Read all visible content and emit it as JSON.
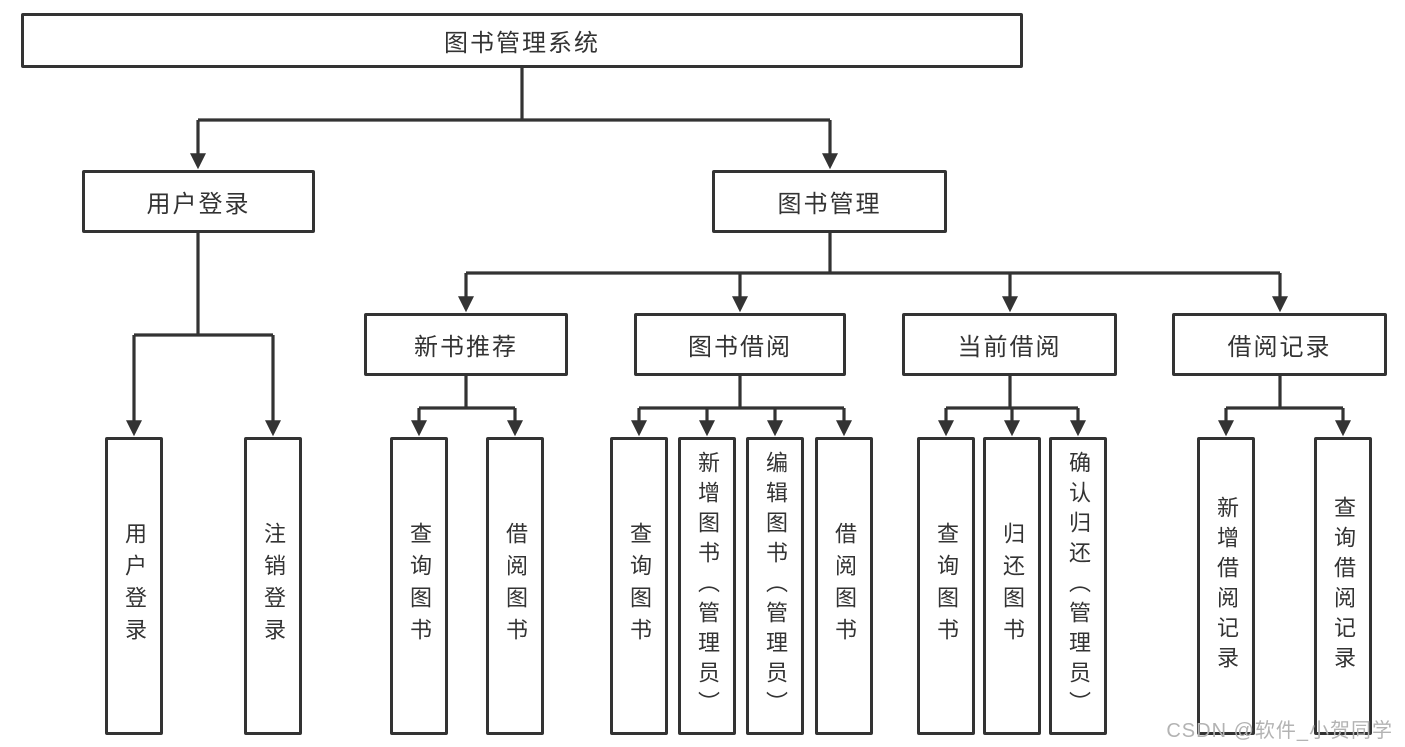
{
  "diagram": {
    "type": "hierarchy-tree",
    "root": {
      "label": "图书管理系统",
      "children": [
        {
          "label": "用户登录",
          "children": [
            {
              "label": "用户登录"
            },
            {
              "label": "注销登录"
            }
          ]
        },
        {
          "label": "图书管理",
          "children": [
            {
              "label": "新书推荐",
              "children": [
                {
                  "label": "查询图书"
                },
                {
                  "label": "借阅图书"
                }
              ]
            },
            {
              "label": "图书借阅",
              "children": [
                {
                  "label": "查询图书"
                },
                {
                  "label": "新增图书（管理员）"
                },
                {
                  "label": "编辑图书（管理员）"
                },
                {
                  "label": "借阅图书"
                }
              ]
            },
            {
              "label": "当前借阅",
              "children": [
                {
                  "label": "查询图书"
                },
                {
                  "label": "归还图书"
                },
                {
                  "label": "确认归还（管理员）"
                }
              ]
            },
            {
              "label": "借阅记录",
              "children": [
                {
                  "label": "新增借阅记录"
                },
                {
                  "label": "查询借阅记录"
                }
              ]
            }
          ]
        }
      ]
    },
    "colors": {
      "line": "#333333",
      "text": "#333333",
      "box_bg": "#ffffff",
      "watermark": "#b3b3b3"
    },
    "watermark": "CSDN @软件_小贺同学"
  }
}
